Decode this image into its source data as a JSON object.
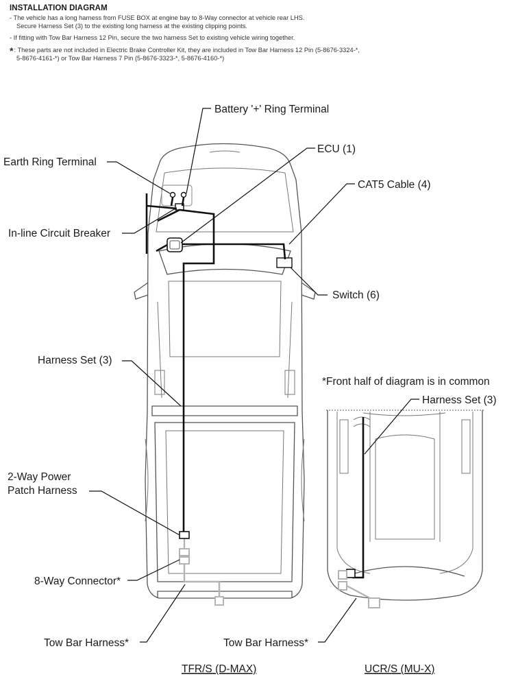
{
  "header": {
    "title": "INSTALLATION DIAGRAM",
    "note1_line1": "- The vehicle has a long harness from FUSE BOX at engine bay to 8-Way connector at vehicle rear LHS.",
    "note1_line2": "Secure Harness Set (3) to the existing long harness at the existing clipping points.",
    "note2": "- If fitting with Tow Bar Harness 12 Pin, secure the two harness Set to existing vehicle wiring together.",
    "star": "*",
    "note3_line1": ": These parts are not included in Electric Brake Controller Kit, they are included in Tow Bar Harness 12 Pin (5-8676-3324-*,",
    "note3_line2": "5-8676-4161-*) or Tow Bar Harness 7 Pin (5-8676-3323-*, 5-8676-4160-*)"
  },
  "labels": {
    "battery": "Battery '+' Ring Terminal",
    "earth": "Earth Ring Terminal",
    "ecu": "ECU (1)",
    "cat5": "CAT5 Cable (4)",
    "breaker": "In-line Circuit Breaker",
    "switch": "Switch (6)",
    "harness_left": "Harness Set (3)",
    "common_note": "*Front half of diagram is in common",
    "harness_right": "Harness Set (3)",
    "patch_line1": "2-Way Power",
    "patch_line2": "Patch Harness",
    "connector": "8-Way Connector*",
    "tow_left": "Tow Bar Harness*",
    "tow_right": "Tow Bar Harness*"
  },
  "captions": {
    "left": "TFR/S (D-MAX)",
    "right": "UCR/S (MU-X)"
  },
  "colors": {
    "wire": "#111111",
    "tow_bar_harness": "#b3b3b3",
    "vehicle_outline": "#555555"
  }
}
